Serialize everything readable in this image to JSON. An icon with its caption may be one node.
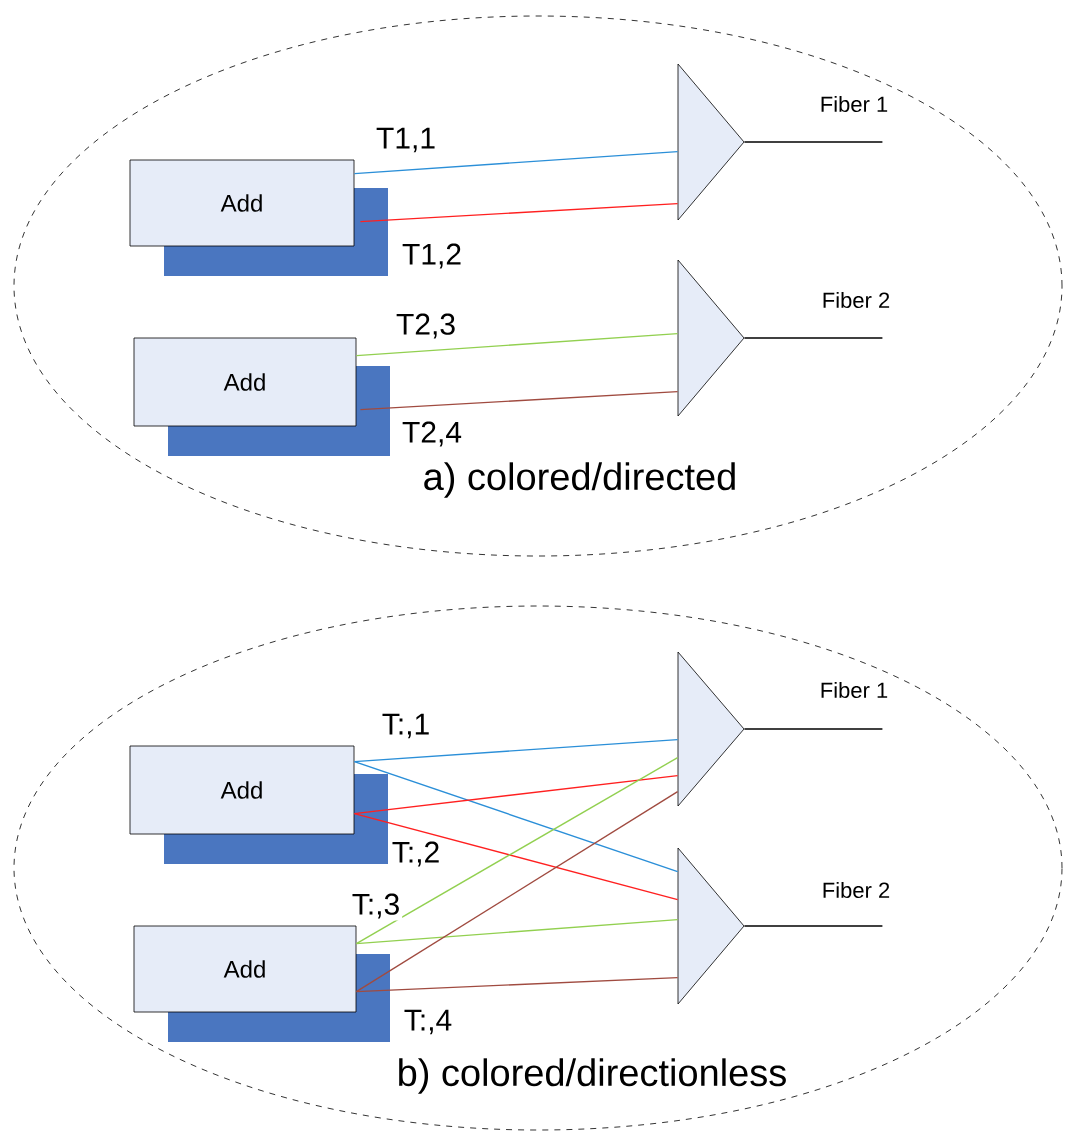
{
  "diagram": {
    "nodes": [
      {
        "text": [
          "a) colored/directed"
        ]
      },
      {
        "text": [
          "Add"
        ],
        "in": 0
      },
      {
        "text": [
          "Add"
        ],
        "in": 0
      },
      {
        "text": [],
        "shape": "triangle",
        "in": 0
      },
      {
        "text": [],
        "shape": "triangle",
        "in": 0
      },
      {
        "text": [
          "b) colored/directionless"
        ]
      },
      {
        "text": [
          "Add"
        ],
        "in": 5
      },
      {
        "text": [
          "Add"
        ],
        "in": 5
      },
      {
        "text": [],
        "shape": "triangle",
        "in": 5
      },
      {
        "text": [],
        "shape": "triangle",
        "in": 5
      }
    ],
    "edges": [
      {
        "from": 1,
        "to": 3,
        "arrow": "none",
        "label": "T1,1",
        "color": "#2b8fd8"
      },
      {
        "from": 1,
        "to": 3,
        "arrow": "none",
        "label": "T1,2",
        "color": "#ff2020"
      },
      {
        "from": 2,
        "to": 4,
        "arrow": "none",
        "label": "T2,3",
        "color": "#92d050"
      },
      {
        "from": 2,
        "to": 4,
        "arrow": "none",
        "label": "T2,4",
        "color": "#a04b40"
      },
      {
        "from": 3,
        "to": null,
        "arrow": "none",
        "label": "Fiber 1"
      },
      {
        "from": 4,
        "to": null,
        "arrow": "none",
        "label": "Fiber 2"
      },
      {
        "from": 6,
        "to": 8,
        "arrow": "none",
        "label": "T:,1",
        "color": "#2b8fd8"
      },
      {
        "from": 6,
        "to": 9,
        "arrow": "none",
        "color": "#2b8fd8"
      },
      {
        "from": 6,
        "to": 8,
        "arrow": "none",
        "label": "T:,2",
        "color": "#ff2020"
      },
      {
        "from": 6,
        "to": 9,
        "arrow": "none",
        "color": "#ff2020"
      },
      {
        "from": 7,
        "to": 8,
        "arrow": "none",
        "label": "T:,3",
        "color": "#92d050"
      },
      {
        "from": 7,
        "to": 9,
        "arrow": "none",
        "color": "#92d050"
      },
      {
        "from": 7,
        "to": 8,
        "arrow": "none",
        "label": "T:,4",
        "color": "#a04b40"
      },
      {
        "from": 7,
        "to": 9,
        "arrow": "none",
        "color": "#a04b40"
      },
      {
        "from": 8,
        "to": null,
        "arrow": "none",
        "label": "Fiber 1"
      },
      {
        "from": 9,
        "to": null,
        "arrow": "none",
        "label": "Fiber 2"
      }
    ]
  }
}
